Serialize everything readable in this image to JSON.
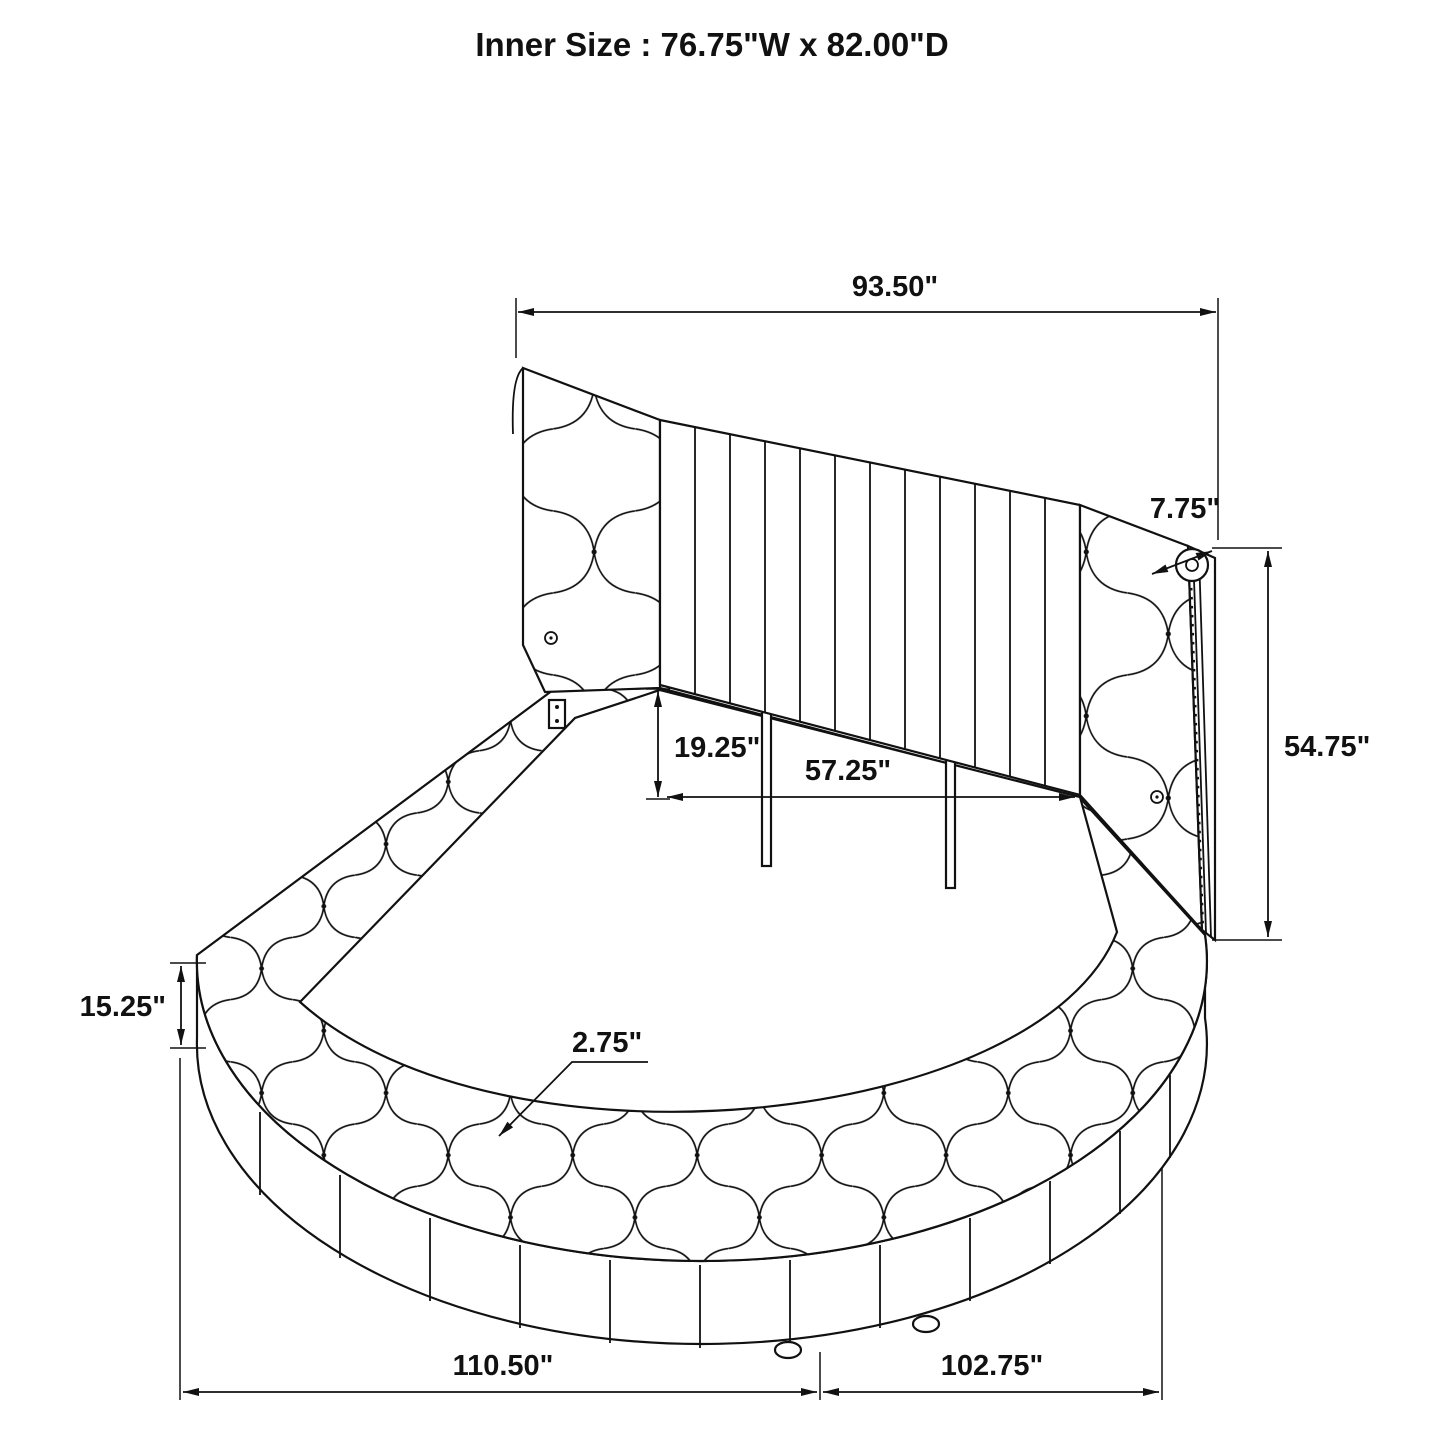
{
  "title": "Inner Size : 76.75\"W x 82.00\"D",
  "dims": {
    "top_width": "93.50\"",
    "roll_thickness": "7.75\"",
    "headboard_height": "54.75\"",
    "under_clearance": "19.25\"",
    "headboard_inner_width": "57.25\"",
    "rail_height": "15.25\"",
    "cushion_thickness": "2.75\"",
    "left_width": "110.50\"",
    "right_width": "102.75\""
  },
  "colors": {
    "line": "#111111",
    "background": "#ffffff"
  }
}
